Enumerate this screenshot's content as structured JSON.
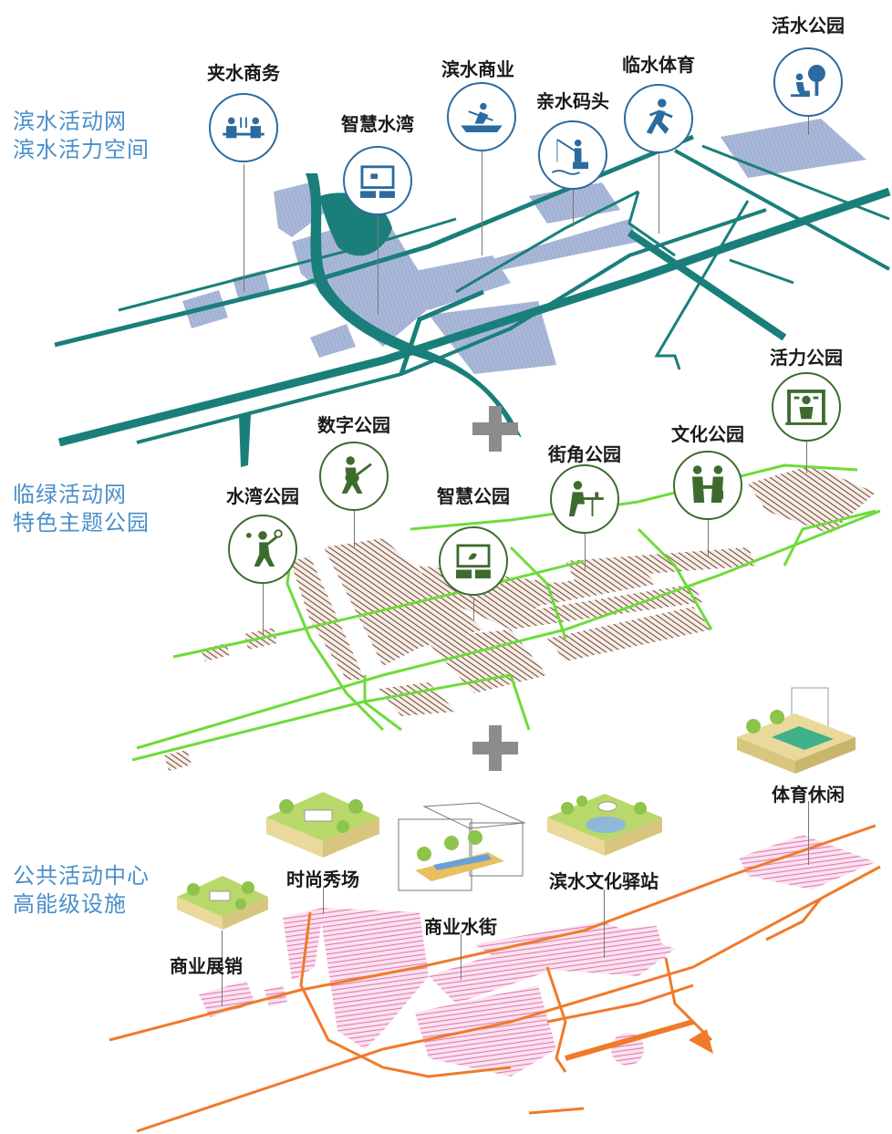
{
  "sections": [
    {
      "key": "water",
      "line1": "滨水活动网",
      "line2": "滨水活力空间"
    },
    {
      "key": "green",
      "line1": "临绿活动网",
      "line2": "特色主题公园"
    },
    {
      "key": "public",
      "line1": "公共活动中心",
      "line2": "高能级设施"
    }
  ],
  "water_labels": {
    "jiashui": "夹水商务",
    "zhihui_wan": "智慧水湾",
    "binshui_sy": "滨水商业",
    "qinshui": "亲水码头",
    "linshui": "临水体育",
    "huoshui": "活水公园"
  },
  "green_labels": {
    "shuiwan": "水湾公园",
    "shuzi": "数字公园",
    "zhihui": "智慧公园",
    "jiejiao": "街角公园",
    "wenhua": "文化公园",
    "huoli": "活力公园"
  },
  "public_labels": {
    "shangye_zx": "商业展销",
    "shishang": "时尚秀场",
    "shangye_sj": "商业水街",
    "yizhan": "滨水文化驿站",
    "tiyu": "体育休闲"
  },
  "colors": {
    "water_network": "#1a7f7a",
    "water_area": "#a9b8d8",
    "icon_blue": "#2c6a9f",
    "park_stripe": "#7a4e3a",
    "park_edge": "#6ddc3a",
    "icon_green": "#3d6b2e",
    "public_stripe": "#e07ab2",
    "public_edge": "#f07a2a",
    "title": "#4a8fc9",
    "plus": "#8c8c8c"
  },
  "icons": {
    "jiashui": "business-meeting-icon",
    "zhihui_wan": "smart-screen-icon",
    "binshui_sy": "rowing-boat-icon",
    "qinshui": "fishing-icon",
    "linshui": "runner-icon",
    "huoshui": "park-bench-tree-icon",
    "shuiwan": "tennis-player-icon",
    "shuzi": "guitar-player-icon",
    "zhihui": "digital-screen-icon",
    "jiejiao": "cafe-table-icon",
    "wenhua": "handshake-icon",
    "huoli": "fitness-machine-icon"
  }
}
